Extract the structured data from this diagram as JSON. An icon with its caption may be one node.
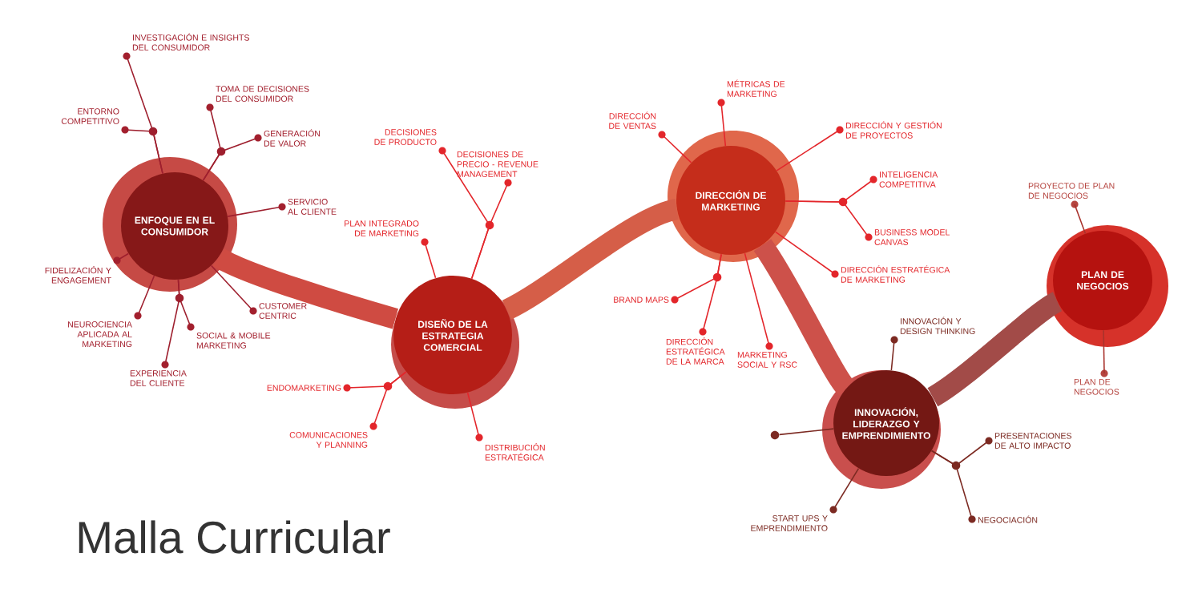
{
  "diagram": {
    "nodes": [
      {
        "text": [
          "ENFOQUE EN EL CONSUMIDOR"
        ]
      },
      {
        "text": [
          "DISEÑO DE LA ESTRATEGIA COMERCIAL"
        ]
      },
      {
        "text": [
          "DIRECCIÓN DE MARKETING"
        ]
      },
      {
        "text": [
          "INNOVACIÓN, LIDERAZGO Y EMPRENDIMIENTO"
        ]
      },
      {
        "text": [
          "PLAN DE NEGOCIOS"
        ]
      },
      {
        "text": [
          "INVESTIGACIÓN E INSIGHTS DEL CONSUMIDOR"
        ]
      },
      {
        "text": [
          "ENTORNO COMPETITIVO"
        ]
      },
      {
        "text": [
          "TOMA DE DECISIONES DEL CONSUMIDOR"
        ]
      },
      {
        "text": [
          "GENERACIÓN DE VALOR"
        ]
      },
      {
        "text": [
          "SERVICIO AL CLIENTE"
        ]
      },
      {
        "text": [
          "FIDELIZACIÓN Y ENGAGEMENT"
        ]
      },
      {
        "text": [
          "NEUROCIENCIA APLICADA AL MARKETING"
        ]
      },
      {
        "text": [
          "EXPERIENCIA DEL CLIENTE"
        ]
      },
      {
        "text": [
          "SOCIAL & MOBILE MARKETING"
        ]
      },
      {
        "text": [
          "CUSTOMER CENTRIC"
        ]
      },
      {
        "text": [
          "DECISIONES DE PRODUCTO"
        ]
      },
      {
        "text": [
          "DECISIONES DE PRECIO - REVENUE MANAGEMENT"
        ]
      },
      {
        "text": [
          "PLAN INTEGRADO DE MARKETING"
        ]
      },
      {
        "text": [
          "ENDOMARKETING"
        ]
      },
      {
        "text": [
          "COMUNICACIONES Y PLANNING"
        ]
      },
      {
        "text": [
          "DISTRIBUCIÓN ESTRATÉGICA"
        ]
      },
      {
        "text": [
          "DIRECCIÓN DE VENTAS"
        ]
      },
      {
        "text": [
          "MÉTRICAS DE MARKETING"
        ]
      },
      {
        "text": [
          "DIRECCIÓN Y GESTIÓN DE PROYECTOS"
        ]
      },
      {
        "text": [
          "INTELIGENCIA COMPETITIVA"
        ]
      },
      {
        "text": [
          "BUSINESS MODEL CANVAS"
        ]
      },
      {
        "text": [
          "DIRECCIÓN ESTRATÉGICA DE MARKETING"
        ]
      },
      {
        "text": [
          "BRAND MAPS"
        ]
      },
      {
        "text": [
          "DIRECCIÓN ESTRATÉGICA DE LA MARCA"
        ]
      },
      {
        "text": [
          "MARKETING SOCIAL Y RSC"
        ]
      },
      {
        "text": [
          "INNOVACIÓN Y DESIGN THINKING"
        ]
      },
      {
        "text": [],
        "shape": "circle"
      },
      {
        "text": [
          "START UPS Y EMPRENDIMIENTO"
        ]
      },
      {
        "text": [
          "PRESENTACIONES DE ALTO IMPACTO"
        ]
      },
      {
        "text": [
          "NEGOCIACIÓN"
        ]
      },
      {
        "text": [
          "PROYECTO DE PLAN DE NEGOCIOS"
        ]
      },
      {
        "text": [
          "PLAN DE NEGOCIOS"
        ]
      }
    ],
    "edges": [
      {
        "from": 0,
        "to": 1,
        "arrow": "none",
        "style": "thick",
        "color": "#cf4b42"
      },
      {
        "from": 1,
        "to": 2,
        "arrow": "none",
        "style": "thick",
        "color": "#d55e48"
      },
      {
        "from": 2,
        "to": 3,
        "arrow": "none",
        "style": "thick",
        "color": "#cd514a"
      },
      {
        "from": 3,
        "to": 4,
        "arrow": "none",
        "style": "thick",
        "color": "#a24b48"
      },
      {
        "from": 0,
        "to": 5,
        "arrow": "none",
        "color": "#9e1f2e"
      },
      {
        "from": 0,
        "to": 6,
        "arrow": "none",
        "color": "#9e1f2e"
      },
      {
        "from": 0,
        "to": 7,
        "arrow": "none",
        "color": "#9e1f2e"
      },
      {
        "from": 0,
        "to": 8,
        "arrow": "none",
        "color": "#9e1f2e"
      },
      {
        "from": 0,
        "to": 9,
        "arrow": "none",
        "color": "#9e1f2e"
      },
      {
        "from": 0,
        "to": 10,
        "arrow": "none",
        "color": "#9e1f2e"
      },
      {
        "from": 0,
        "to": 11,
        "arrow": "none",
        "color": "#9e1f2e"
      },
      {
        "from": 0,
        "to": 12,
        "arrow": "none",
        "color": "#9e1f2e"
      },
      {
        "from": 0,
        "to": 13,
        "arrow": "none",
        "color": "#9e1f2e"
      },
      {
        "from": 0,
        "to": 14,
        "arrow": "none",
        "color": "#9e1f2e"
      },
      {
        "from": 1,
        "to": 15,
        "arrow": "none",
        "color": "#e3262b"
      },
      {
        "from": 1,
        "to": 16,
        "arrow": "none",
        "color": "#e3262b"
      },
      {
        "from": 1,
        "to": 17,
        "arrow": "none",
        "color": "#e3262b"
      },
      {
        "from": 1,
        "to": 18,
        "arrow": "none",
        "color": "#e3262b"
      },
      {
        "from": 1,
        "to": 19,
        "arrow": "none",
        "color": "#e3262b"
      },
      {
        "from": 1,
        "to": 20,
        "arrow": "none",
        "color": "#e3262b"
      },
      {
        "from": 2,
        "to": 21,
        "arrow": "none",
        "color": "#e3262b"
      },
      {
        "from": 2,
        "to": 22,
        "arrow": "none",
        "color": "#e3262b"
      },
      {
        "from": 2,
        "to": 23,
        "arrow": "none",
        "color": "#e3262b"
      },
      {
        "from": 2,
        "to": 24,
        "arrow": "none",
        "color": "#e3262b"
      },
      {
        "from": 2,
        "to": 25,
        "arrow": "none",
        "color": "#e3262b"
      },
      {
        "from": 2,
        "to": 26,
        "arrow": "none",
        "color": "#e3262b"
      },
      {
        "from": 2,
        "to": 27,
        "arrow": "none",
        "color": "#e3262b"
      },
      {
        "from": 2,
        "to": 28,
        "arrow": "none",
        "color": "#e3262b"
      },
      {
        "from": 2,
        "to": 29,
        "arrow": "none",
        "color": "#e3262b"
      },
      {
        "from": 3,
        "to": 30,
        "arrow": "none",
        "color": "#7c2a22"
      },
      {
        "from": 3,
        "to": 31,
        "arrow": "none",
        "color": "#7c2a22"
      },
      {
        "from": 3,
        "to": 32,
        "arrow": "none",
        "color": "#7c2a22"
      },
      {
        "from": 3,
        "to": 33,
        "arrow": "none",
        "color": "#7c2a22"
      },
      {
        "from": 3,
        "to": 34,
        "arrow": "none",
        "color": "#7c2a22"
      },
      {
        "from": 4,
        "to": 35,
        "arrow": "none",
        "color": "#a8322c"
      },
      {
        "from": 4,
        "to": 36,
        "arrow": "none",
        "color": "#a8322c"
      }
    ],
    "labels": [
      "Malla Curricular"
    ]
  }
}
